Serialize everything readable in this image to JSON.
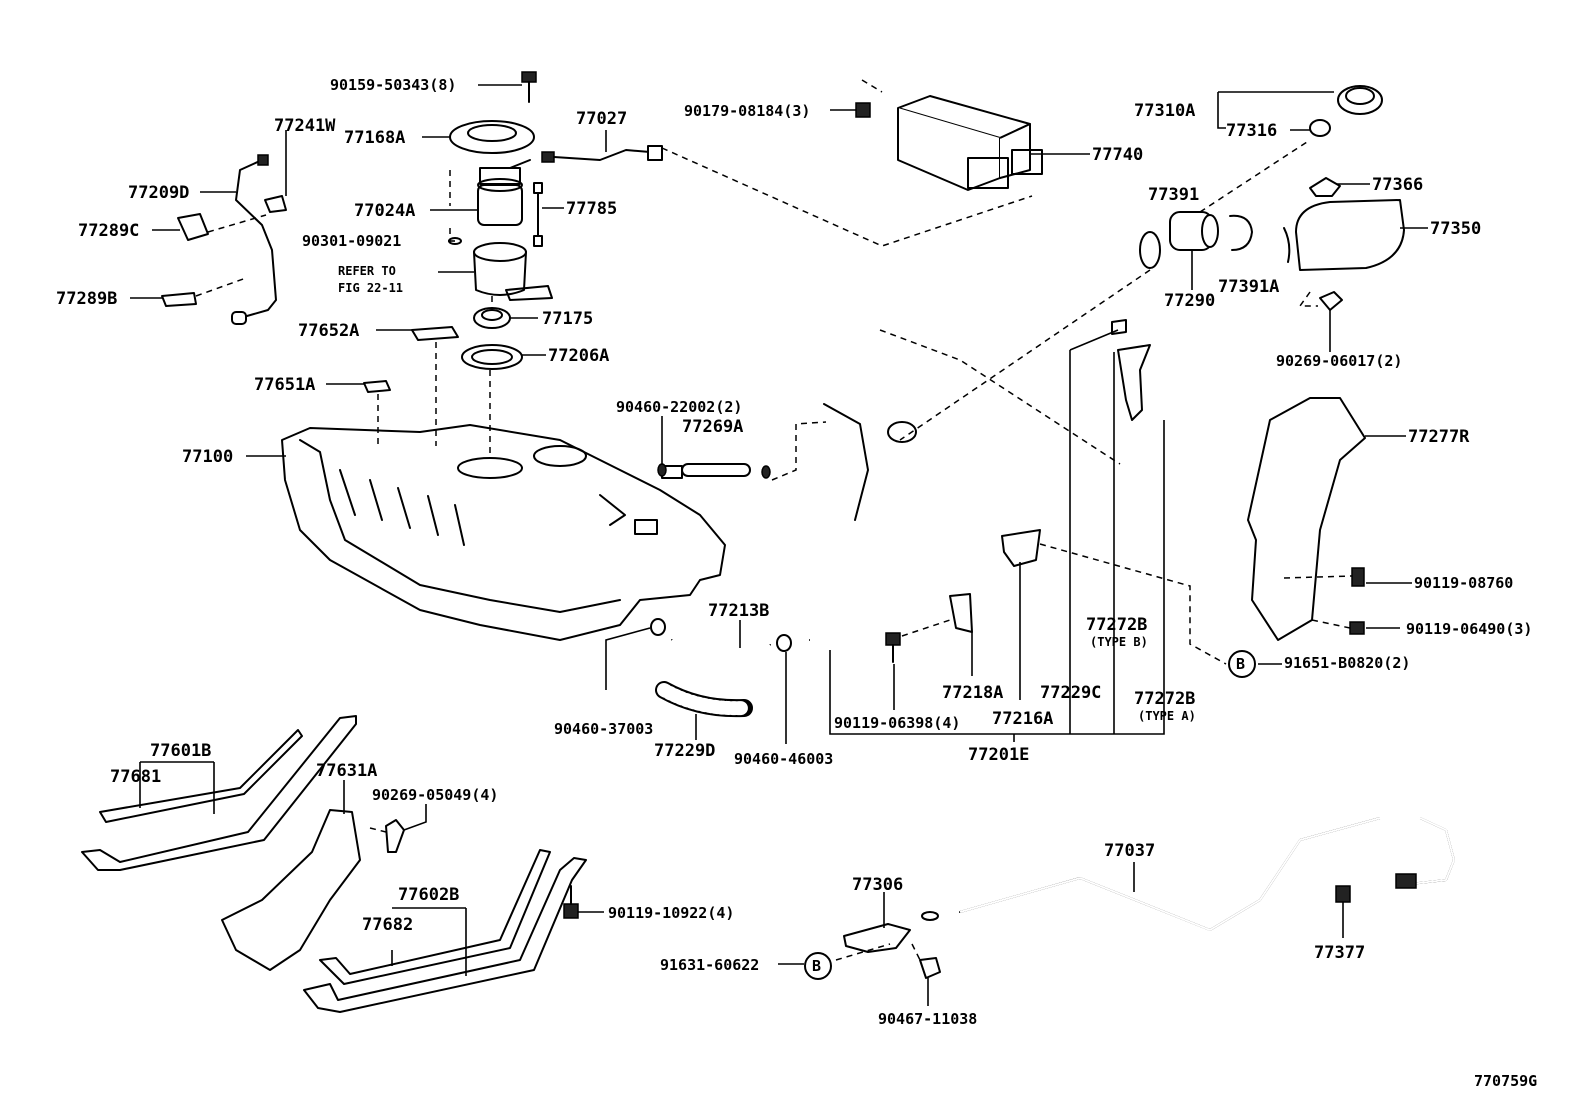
{
  "diagram_id": "770759G",
  "labels": {
    "p90159": "90159-50343(8)",
    "p77241W": "77241W",
    "p77168A": "77168A",
    "p77209D": "77209D",
    "p77289C": "77289C",
    "p77289B": "77289B",
    "p77024A": "77024A",
    "p90301": "90301-09021",
    "refer_to_line1": "REFER TO",
    "refer_to_line2": "FIG 22-11",
    "p77027": "77027",
    "p77785": "77785",
    "p77175": "77175",
    "p77652A": "77652A",
    "p77206A": "77206A",
    "p77651A": "77651A",
    "p77100": "77100",
    "p90179": "90179-08184(3)",
    "p77740": "77740",
    "p77310A": "77310A",
    "p77316": "77316",
    "p77366": "77366",
    "p77391": "77391",
    "p77350": "77350",
    "p77290": "77290",
    "p77391A": "77391A",
    "p90269_06017": "90269-06017(2)",
    "p90460_22002": "90460-22002(2)",
    "p77269A": "77269A",
    "p77277R": "77277R",
    "p90119_08760": "90119-08760",
    "p90119_06490": "90119-06490(3)",
    "p91651": "91651-B0820(2)",
    "callout_b": "B",
    "p77213B": "77213B",
    "p90460_37003": "90460-37003",
    "p77229D": "77229D",
    "p90460_46003": "90460-46003",
    "p77218A": "77218A",
    "p77229C": "77229C",
    "p77272B_a": "77272B",
    "type_a": "(TYPE A)",
    "p77272B_b": "77272B",
    "type_b": "(TYPE B)",
    "p90119_06398": "90119-06398(4)",
    "p77216A": "77216A",
    "p77201E": "77201E",
    "p77601B": "77601B",
    "p77681": "77681",
    "p77631A": "77631A",
    "p90269_05049": "90269-05049(4)",
    "p77602B": "77602B",
    "p77682": "77682",
    "p90119_10922": "90119-10922(4)",
    "p77306": "77306",
    "p91631": "91631-60622",
    "p90467": "90467-11038",
    "p77037": "77037",
    "p77377": "77377"
  }
}
